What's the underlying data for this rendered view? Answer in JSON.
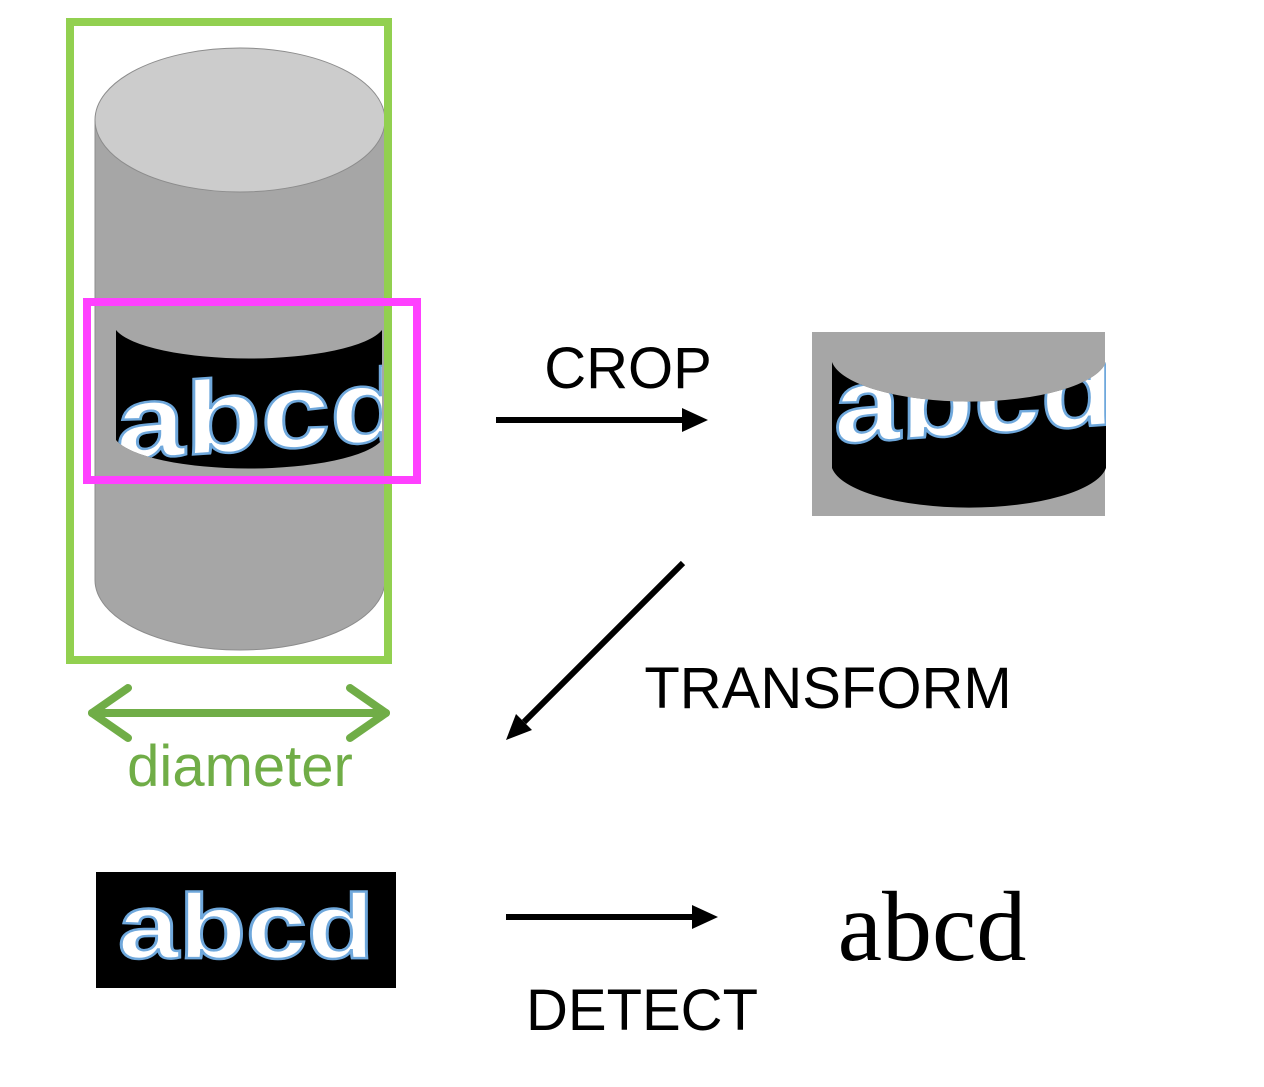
{
  "labels": {
    "crop": "CROP",
    "transform": "TRANSFORM",
    "detect": "DETECT",
    "diameter": "diameter"
  },
  "label_text": {
    "on_cylinder": "abcd",
    "cropped": "abcd",
    "transformed": "abcd",
    "detected": "abcd"
  },
  "colors": {
    "bounding_box": "#92d050",
    "crop_box": "#ff40ff",
    "diameter": "#70ad47",
    "cylinder_body": "#a6a6a6",
    "cylinder_top": "#cccccc",
    "label_band": "#000000",
    "arrow": "#000000"
  }
}
